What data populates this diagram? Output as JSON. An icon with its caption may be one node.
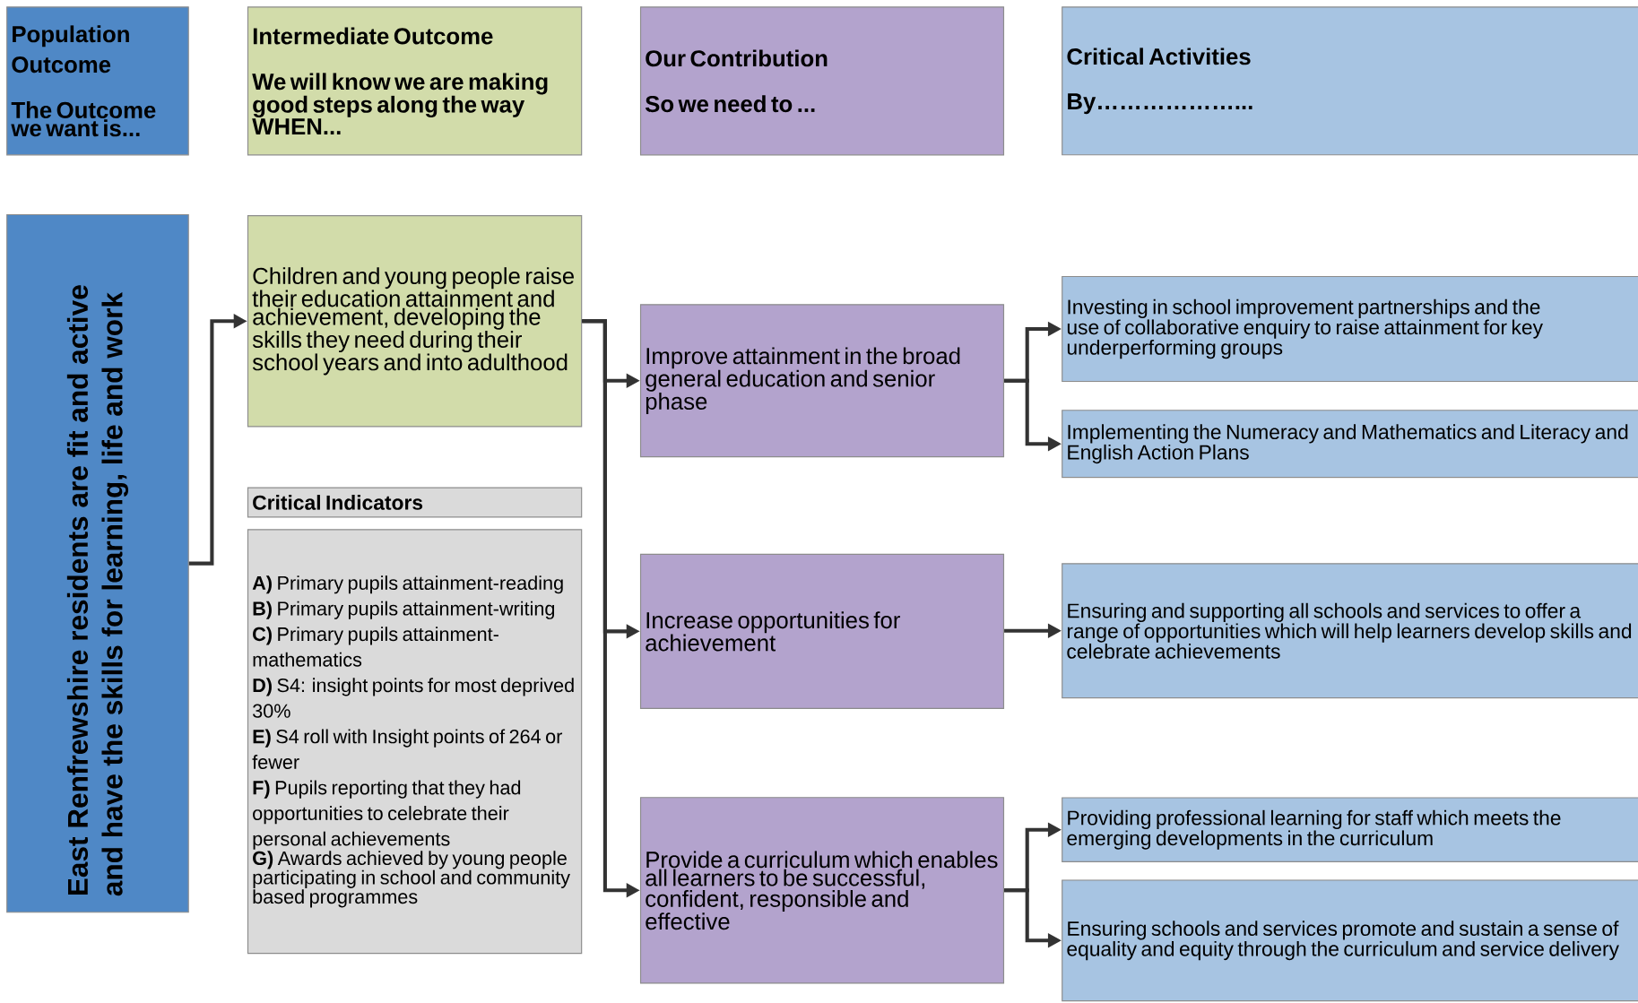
{
  "diagram": {
    "nodes": [
      {
        "text": [
          "Population Outcome",
          "The Outcome we want is..."
        ]
      },
      {
        "text": [
          "Intermediate Outcome",
          "We will know we are making good steps along the way WHEN..."
        ]
      },
      {
        "text": [
          "Our Contribution",
          "So we need to ..."
        ]
      },
      {
        "text": [
          "Critical Activities",
          "By………………..."
        ]
      },
      {
        "text": [
          "East Renfrewshire residents are fit and active and have the skills for learning, life and work"
        ]
      },
      {
        "text": [
          "Children and young people raise their education attainment and achievement, developing the skills they need during their school years and into adulthood"
        ]
      },
      {
        "text": [
          "Critical Indicators"
        ]
      },
      {
        "text": [
          "**A)** Primary pupils attainment-reading",
          "**B)** Primary pupils attainment-writing",
          "**C)** Primary pupils attainment-mathematics",
          "**D)** S4: insight points for most deprived 30%",
          "**E)** S4 roll with Insight points of 264 or fewer",
          "**F)** Pupils reporting that they had opportunities to celebrate their personal achievements",
          "**G)** Awards achieved by young people participating in school and community based programmes"
        ]
      },
      {
        "text": [
          "Improve attainment in the broad general education and senior phase"
        ]
      },
      {
        "text": [
          "Increase opportunities for achievement"
        ]
      },
      {
        "text": [
          "Provide a curriculum which enables all learners to be successful, confident, responsible and effective"
        ]
      },
      {
        "text": [
          "Investing in school improvement partnerships and the use of collaborative enquiry to raise attainment for key underperforming groups"
        ]
      },
      {
        "text": [
          "Implementing the Numeracy and Mathematics and Literacy and English Action Plans"
        ]
      },
      {
        "text": [
          "Ensuring and supporting all schools and services to offer a range of opportunities which will help learners develop skills and celebrate achievements"
        ]
      },
      {
        "text": [
          "Providing professional learning for staff which meets the emerging developments in the curriculum"
        ]
      },
      {
        "text": [
          "Ensuring schools and services promote and sustain a sense of equality and equity through the curriculum and service delivery"
        ]
      }
    ],
    "edges": [
      {
        "from": 4,
        "to": 5,
        "arrow": "to"
      },
      {
        "from": 5,
        "to": 8,
        "arrow": "to"
      },
      {
        "from": 5,
        "to": 9,
        "arrow": "to"
      },
      {
        "from": 5,
        "to": 10,
        "arrow": "to"
      },
      {
        "from": 8,
        "to": 11,
        "arrow": "to"
      },
      {
        "from": 8,
        "to": 12,
        "arrow": "to"
      },
      {
        "from": 9,
        "to": 13,
        "arrow": "to"
      },
      {
        "from": 10,
        "to": 14,
        "arrow": "to"
      },
      {
        "from": 10,
        "to": 15,
        "arrow": "to"
      }
    ]
  }
}
